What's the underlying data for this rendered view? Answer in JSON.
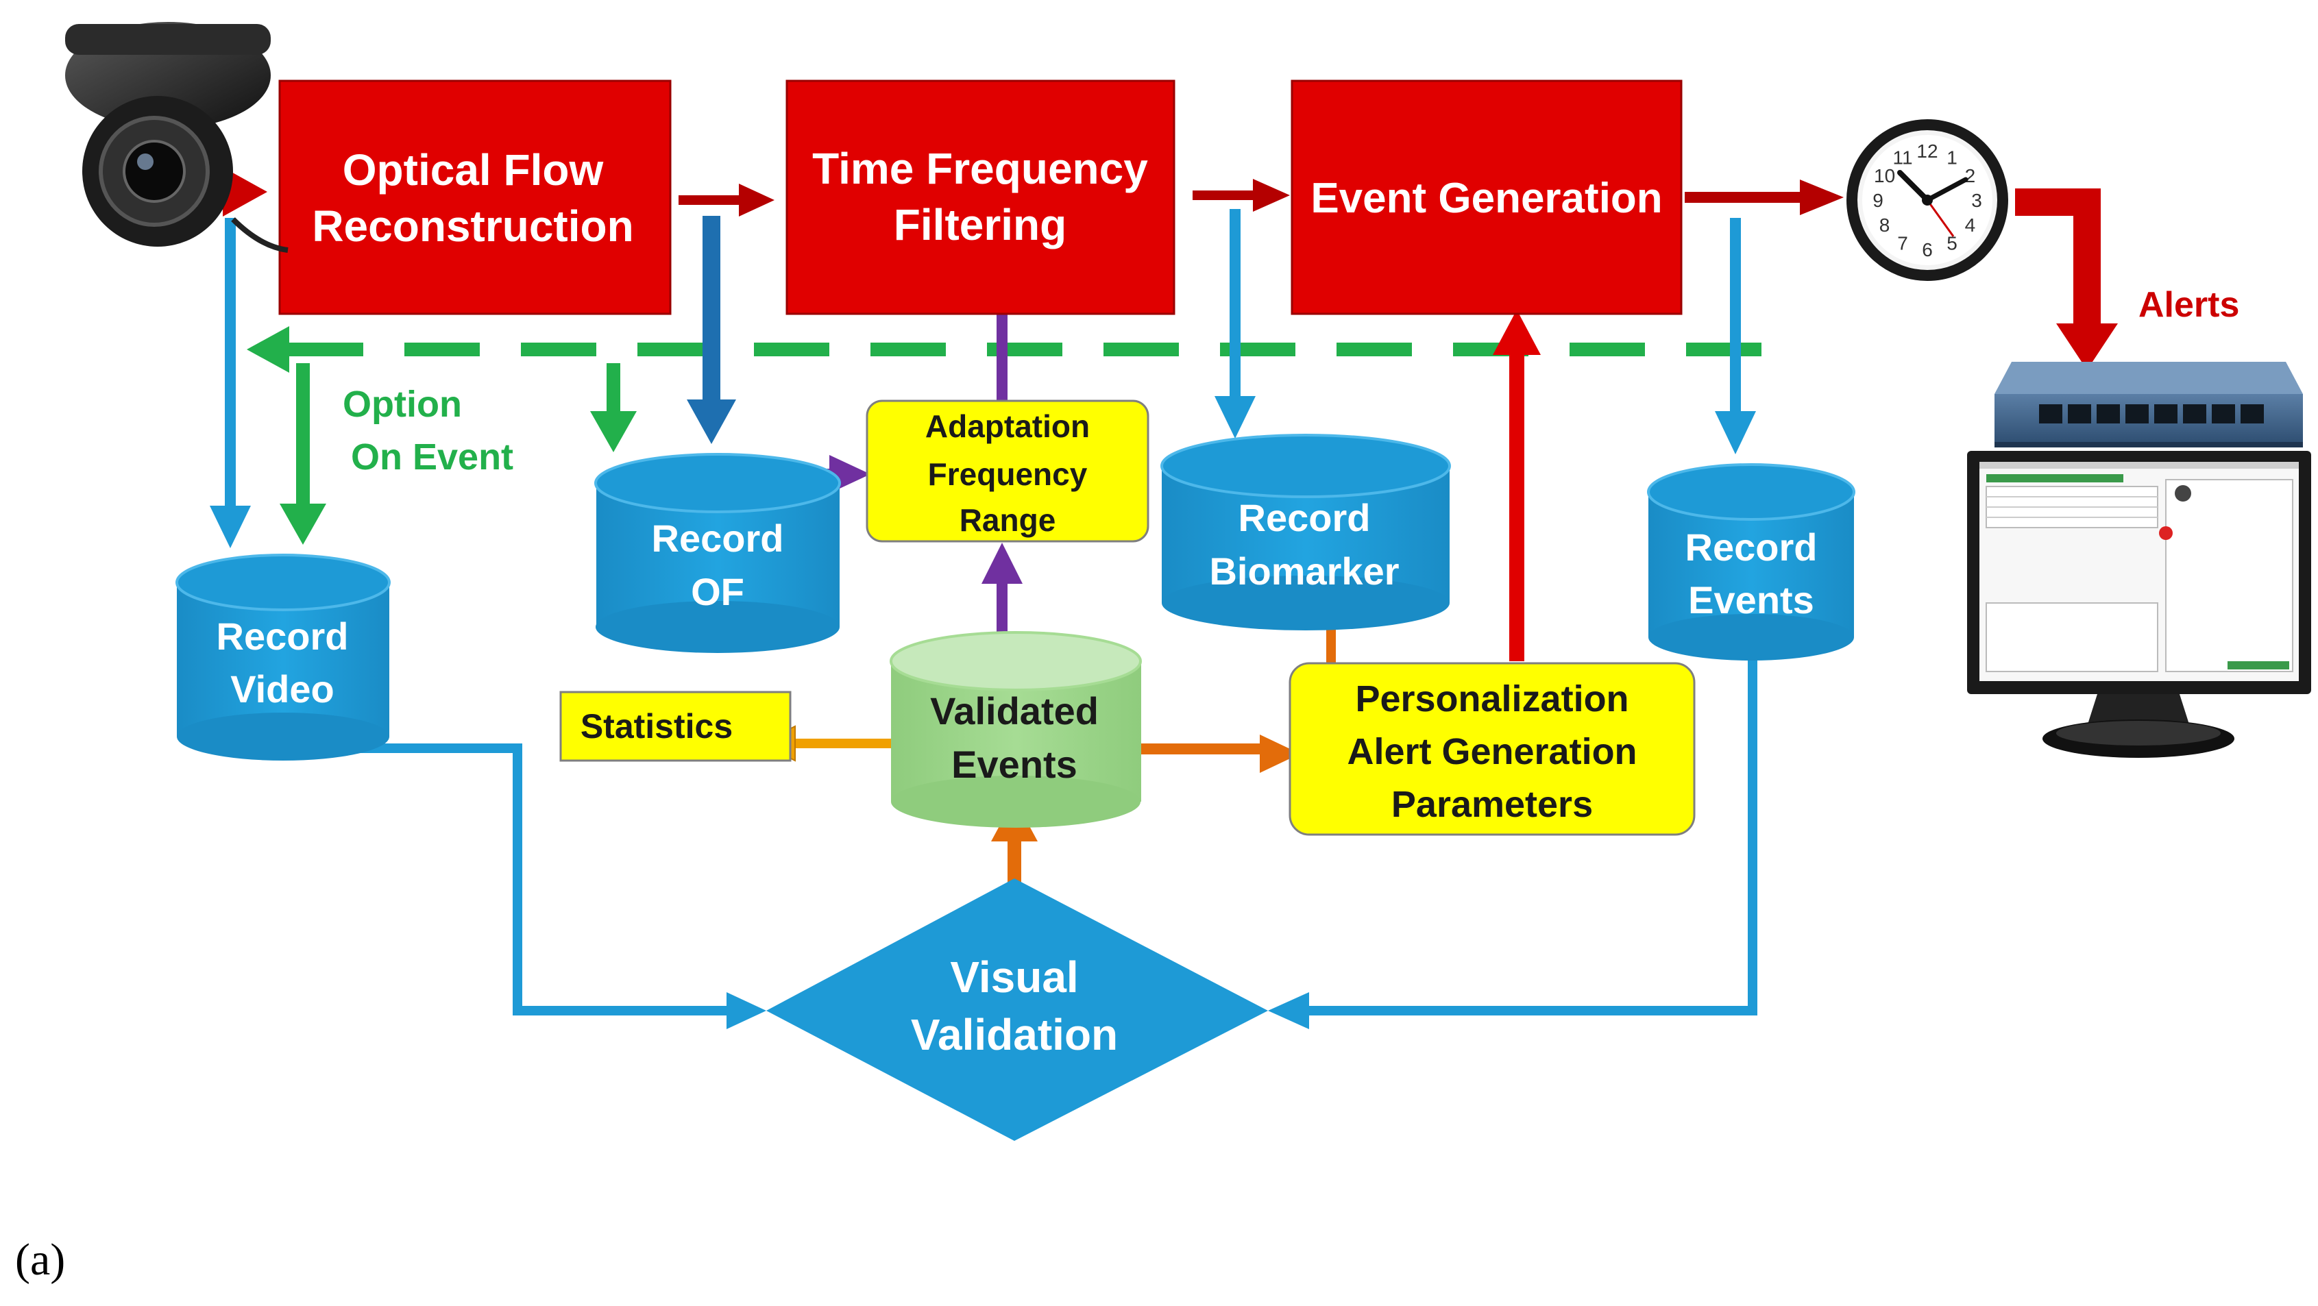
{
  "colors": {
    "red_block": "#e00000",
    "blue_store": "#1e9ad6",
    "green_store": "#9dd58a",
    "yellow_box": "#ffff00",
    "green_dashed": "#22b04b",
    "purple_arrow": "#7030a0",
    "orange_arrow": "#e36c0a",
    "red_arrow": "#cc0000",
    "white_text": "#ffffff",
    "green_text": "#22b04b"
  },
  "icons": [
    "camera-icon",
    "clock-icon",
    "network-switch-icon",
    "monitor-icon"
  ],
  "process": {
    "optical_flow": [
      "Optical Flow",
      "Reconstruction"
    ],
    "time_frequency": [
      "Time Frequency",
      "Filtering"
    ],
    "event_generation": "Event Generation"
  },
  "stores": {
    "record_video": [
      "Record",
      "Video"
    ],
    "record_of": [
      "Record",
      "OF"
    ],
    "record_biomarker": [
      "Record",
      "Biomarker"
    ],
    "record_events": [
      "Record",
      "Events"
    ],
    "validated_events": [
      "Validated",
      "Events"
    ]
  },
  "boxes": {
    "adaptation": [
      "Adaptation",
      "Frequency",
      "Range"
    ],
    "statistics": "Statistics",
    "personalization": [
      "Personalization",
      "Alert Generation",
      "Parameters"
    ]
  },
  "labels": {
    "option": "Option",
    "on_event": "On Event",
    "alerts": "Alerts"
  },
  "decision": {
    "visual_validation": [
      "Visual",
      "Validation"
    ]
  },
  "caption": "(a)",
  "clock_numbers": [
    "12",
    "1",
    "2",
    "3",
    "4",
    "5",
    "6",
    "7",
    "8",
    "9",
    "10",
    "11"
  ]
}
